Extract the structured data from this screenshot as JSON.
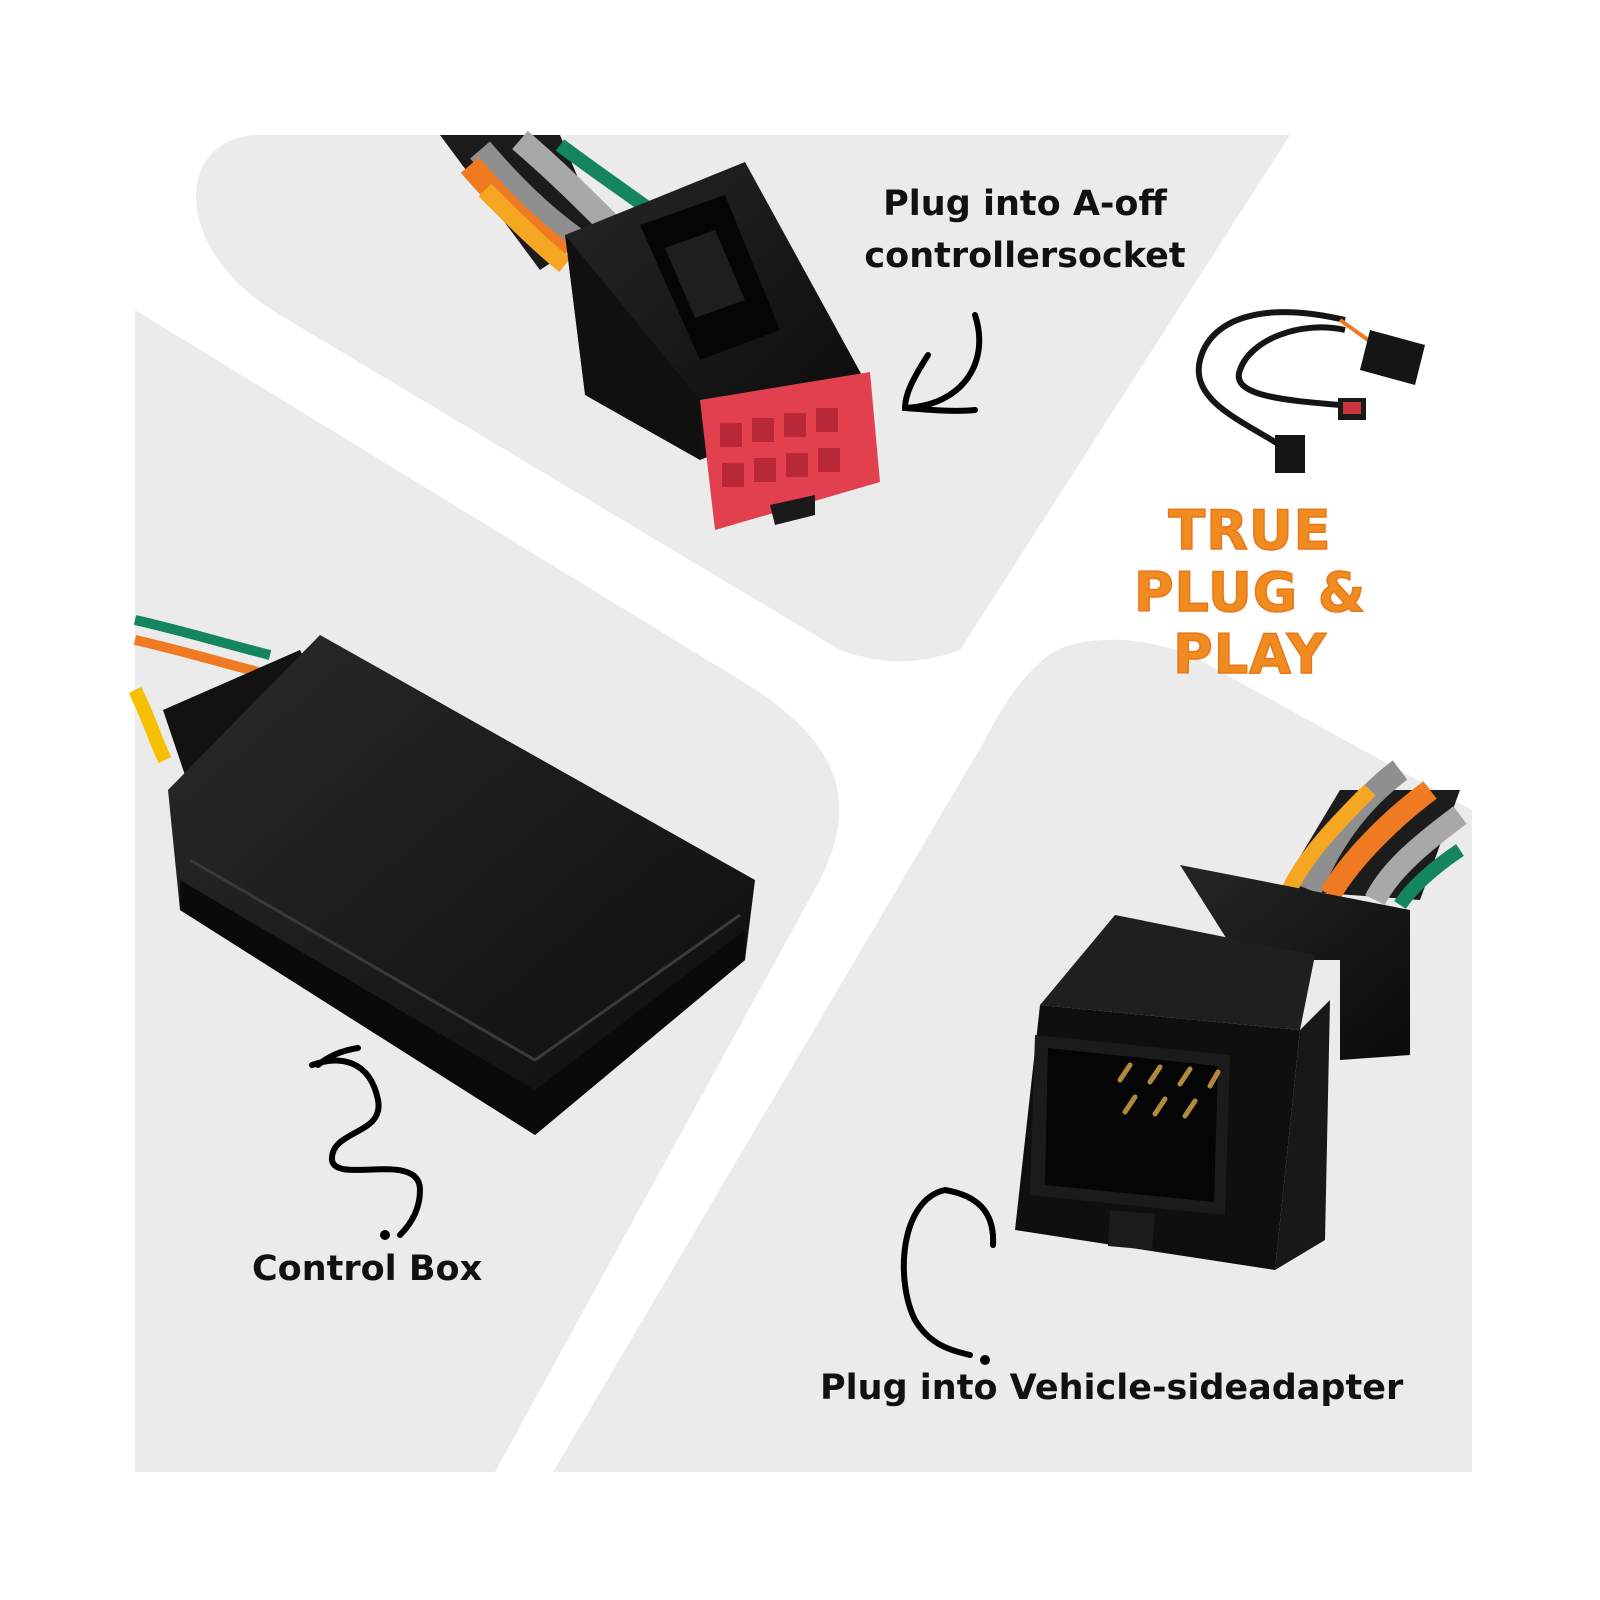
{
  "labels": {
    "a_off_line1": "Plug into A-off",
    "a_off_line2": "controllersocket",
    "control_box": "Control Box",
    "vehicle_side": "Plug into Vehicle-sideadapter"
  },
  "slogan": {
    "line1": "TRUE",
    "line2": "PLUG & PLAY"
  },
  "colors": {
    "background": "#ffffff",
    "panel": "#ebebeb",
    "slogan": "#f08c1f",
    "connector_red": "#e2404e",
    "plastic": "#111111"
  },
  "objects": [
    "a-off-connector",
    "control-box",
    "vehicle-side-connector",
    "harness-thumbnail"
  ]
}
